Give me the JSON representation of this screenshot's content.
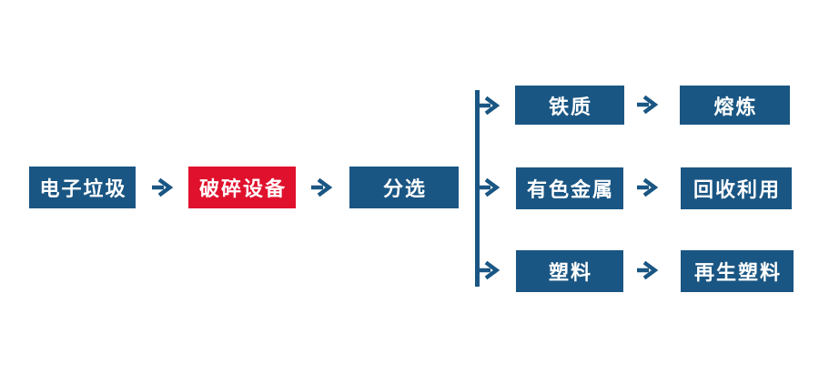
{
  "palette": {
    "node_blue": "#1A5683",
    "node_red": "#E0112D",
    "arrow_blue": "#1A5683",
    "label_text": "#FFFFFF",
    "background": "#FFFFFF"
  },
  "flow": {
    "main_chain": [
      {
        "label": "电子垃圾"
      },
      {
        "label": "破碎设备"
      },
      {
        "label": "分选"
      }
    ],
    "branches": [
      {
        "material": "铁质",
        "process": "熔炼"
      },
      {
        "material": "有色金属",
        "process": "回收利用"
      },
      {
        "material": "塑料",
        "process": "再生塑料"
      }
    ]
  },
  "icons": {
    "arrow_right": "→"
  }
}
